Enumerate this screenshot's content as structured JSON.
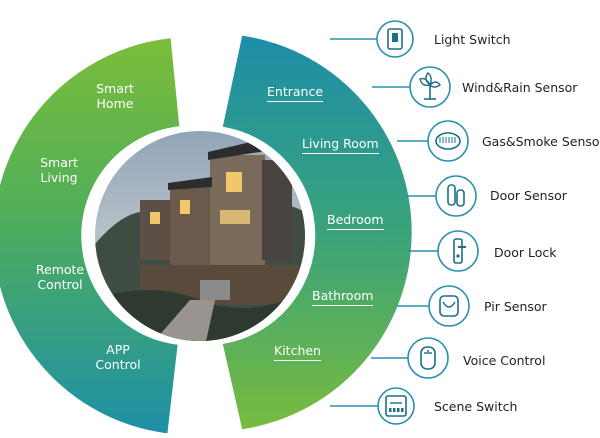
{
  "left_ring": {
    "segments": [
      {
        "line1": "Smart",
        "line2": "Home"
      },
      {
        "line1": "Smart",
        "line2": "Living"
      },
      {
        "line1": "Remote",
        "line2": "Control"
      },
      {
        "line1": "APP",
        "line2": "Control"
      }
    ]
  },
  "right_ring": {
    "rooms": [
      "Entrance",
      "Living Room",
      "Bedroom",
      "Bathroom",
      "Kitchen"
    ]
  },
  "devices": [
    {
      "label": "Light Switch",
      "icon": "light-switch-icon"
    },
    {
      "label": "Wind&Rain Sensor",
      "icon": "wind-rain-sensor-icon"
    },
    {
      "label": "Gas&Smoke Sensor",
      "icon": "gas-smoke-sensor-icon"
    },
    {
      "label": "Door Sensor",
      "icon": "door-sensor-icon"
    },
    {
      "label": "Door Lock",
      "icon": "door-lock-icon"
    },
    {
      "label": "Pir Sensor",
      "icon": "pir-sensor-icon"
    },
    {
      "label": "Voice Control",
      "icon": "voice-control-icon"
    },
    {
      "label": "Scene Switch",
      "icon": "scene-switch-icon"
    }
  ],
  "colors": {
    "green": "#6db33f",
    "teal": "#1f8fa5",
    "line": "#2a8fb0",
    "icon": "#1b6f8a"
  }
}
